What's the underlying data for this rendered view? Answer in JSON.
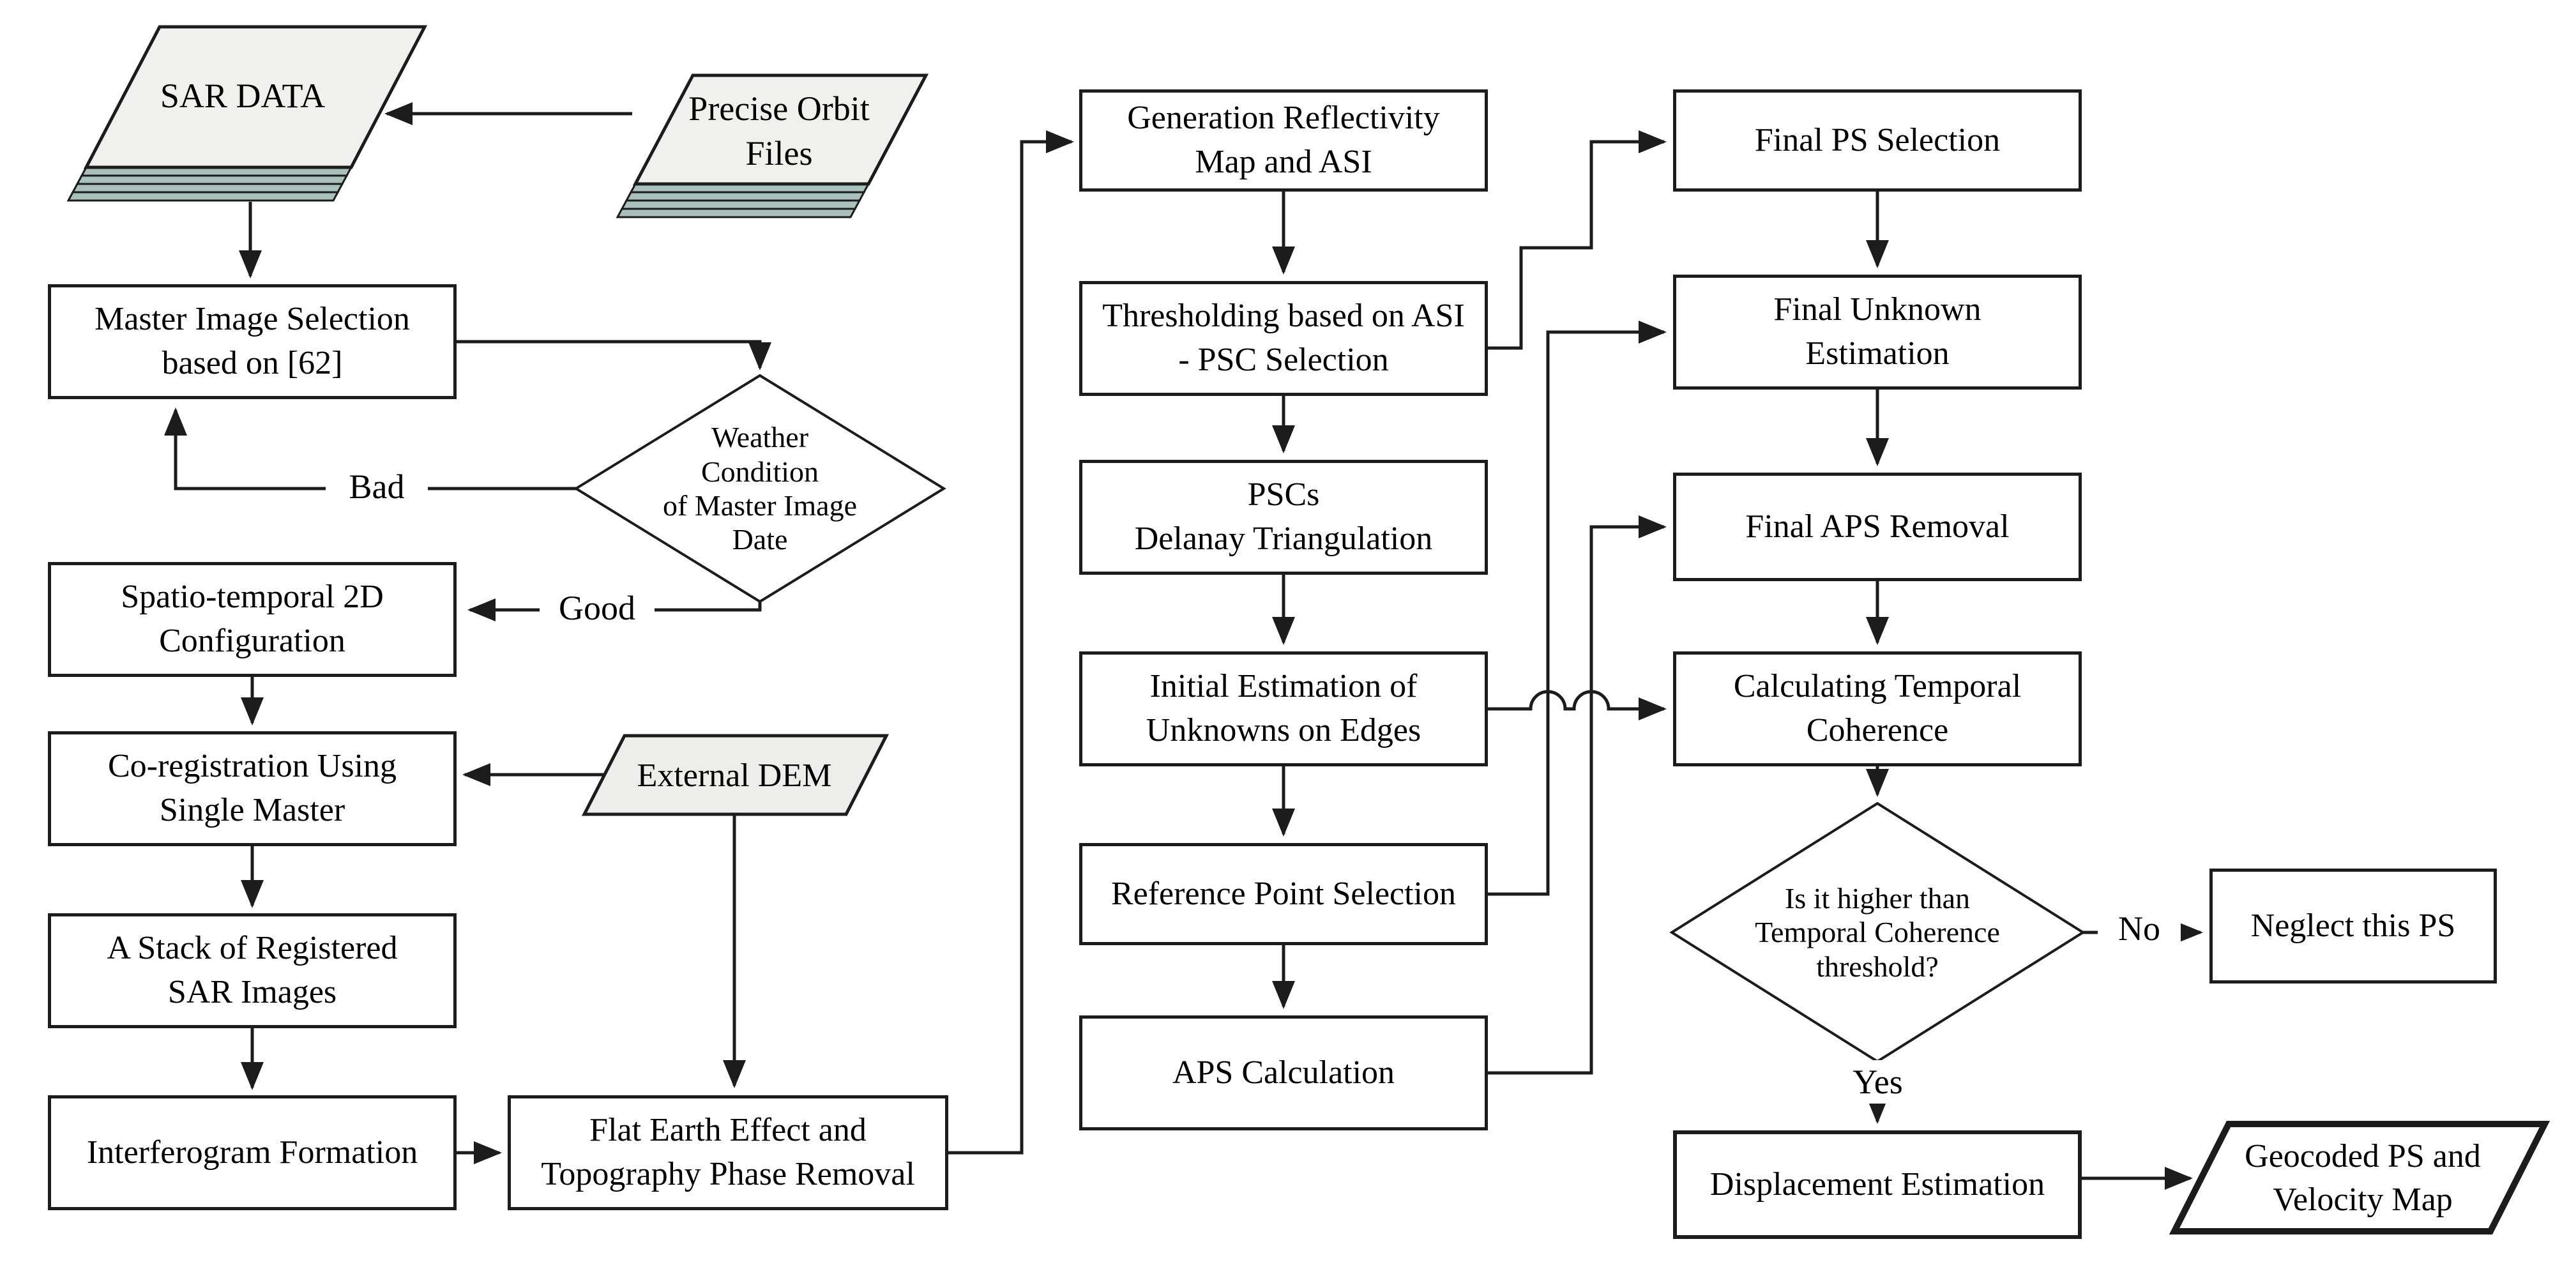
{
  "figure": {
    "kind": "flowchart",
    "description_visible": false
  },
  "colors": {
    "line": "#1c1c1c",
    "text": "#000000",
    "box_fill": "#ffffff",
    "sheet_fill": "#f0f0ee",
    "layer_fill": "#a9c0bb",
    "dem_fill": "#ededeb"
  },
  "nodes": {
    "sar_data": {
      "shape": "stack",
      "label": "SAR DATA"
    },
    "precise_orbit": {
      "shape": "stack",
      "label": "Precise Orbit\nFiles"
    },
    "master_selection": {
      "shape": "rect",
      "label": "Master Image Selection\nbased on [62]"
    },
    "weather_condition": {
      "shape": "diamond",
      "label": "Weather\nCondition\nof Master Image\nDate"
    },
    "spatio_temporal": {
      "shape": "rect",
      "label": "Spatio-temporal 2D\nConfiguration"
    },
    "coregistration": {
      "shape": "rect",
      "label": "Co-registration Using\nSingle Master"
    },
    "external_dem": {
      "shape": "parallelogram",
      "label": "External DEM"
    },
    "stack_registered": {
      "shape": "rect",
      "label": "A Stack of Registered\nSAR Images"
    },
    "interferogram": {
      "shape": "rect",
      "label": "Interferogram Formation"
    },
    "flat_earth": {
      "shape": "rect",
      "label": "Flat Earth Effect and\nTopography Phase Removal"
    },
    "generation_reflectivity": {
      "shape": "rect",
      "label": "Generation Reflectivity\nMap and ASI"
    },
    "thresholding": {
      "shape": "rect",
      "label": "Thresholding based on ASI\n- PSC Selection"
    },
    "pscs_triangulation": {
      "shape": "rect",
      "label": "PSCs\nDelanay Triangulation"
    },
    "initial_estimation": {
      "shape": "rect",
      "label": "Initial Estimation of\nUnknowns on Edges"
    },
    "reference_point": {
      "shape": "rect",
      "label": "Reference Point Selection"
    },
    "aps_calculation": {
      "shape": "rect",
      "label": "APS Calculation"
    },
    "final_ps": {
      "shape": "rect",
      "label": "Final PS Selection"
    },
    "final_unknown": {
      "shape": "rect",
      "label": "Final Unknown\nEstimation"
    },
    "final_aps": {
      "shape": "rect",
      "label": "Final APS Removal"
    },
    "calc_temporal": {
      "shape": "rect",
      "label": "Calculating Temporal\nCoherence"
    },
    "coherence_check": {
      "shape": "diamond",
      "label": "Is it higher than\nTemporal Coherence\nthreshold?"
    },
    "neglect_ps": {
      "shape": "rect",
      "label": "Neglect this PS"
    },
    "displacement": {
      "shape": "rect",
      "label": "Displacement Estimation"
    },
    "geocoded": {
      "shape": "parallelogram",
      "label": "Geocoded PS and\nVelocity Map"
    }
  },
  "edge_labels": {
    "bad": "Bad",
    "good": "Good",
    "no": "No",
    "yes": "Yes"
  },
  "edges": [
    {
      "from": "precise_orbit",
      "to": "sar_data"
    },
    {
      "from": "sar_data",
      "to": "master_selection"
    },
    {
      "from": "master_selection",
      "to": "weather_condition"
    },
    {
      "from": "weather_condition",
      "to": "master_selection",
      "label": "Bad"
    },
    {
      "from": "weather_condition",
      "to": "spatio_temporal",
      "label": "Good"
    },
    {
      "from": "spatio_temporal",
      "to": "coregistration"
    },
    {
      "from": "external_dem",
      "to": "coregistration"
    },
    {
      "from": "coregistration",
      "to": "stack_registered"
    },
    {
      "from": "stack_registered",
      "to": "interferogram"
    },
    {
      "from": "interferogram",
      "to": "flat_earth"
    },
    {
      "from": "external_dem",
      "to": "flat_earth"
    },
    {
      "from": "flat_earth",
      "to": "generation_reflectivity"
    },
    {
      "from": "generation_reflectivity",
      "to": "thresholding"
    },
    {
      "from": "thresholding",
      "to": "final_ps"
    },
    {
      "from": "thresholding",
      "to": "pscs_triangulation"
    },
    {
      "from": "pscs_triangulation",
      "to": "initial_estimation"
    },
    {
      "from": "initial_estimation",
      "to": "reference_point"
    },
    {
      "from": "initial_estimation",
      "to": "calc_temporal"
    },
    {
      "from": "reference_point",
      "to": "aps_calculation"
    },
    {
      "from": "reference_point",
      "to": "final_unknown"
    },
    {
      "from": "aps_calculation",
      "to": "final_aps"
    },
    {
      "from": "final_ps",
      "to": "final_unknown"
    },
    {
      "from": "final_unknown",
      "to": "final_aps"
    },
    {
      "from": "final_aps",
      "to": "calc_temporal"
    },
    {
      "from": "calc_temporal",
      "to": "coherence_check"
    },
    {
      "from": "coherence_check",
      "to": "neglect_ps",
      "label": "No"
    },
    {
      "from": "coherence_check",
      "to": "displacement",
      "label": "Yes"
    },
    {
      "from": "displacement",
      "to": "geocoded"
    }
  ]
}
